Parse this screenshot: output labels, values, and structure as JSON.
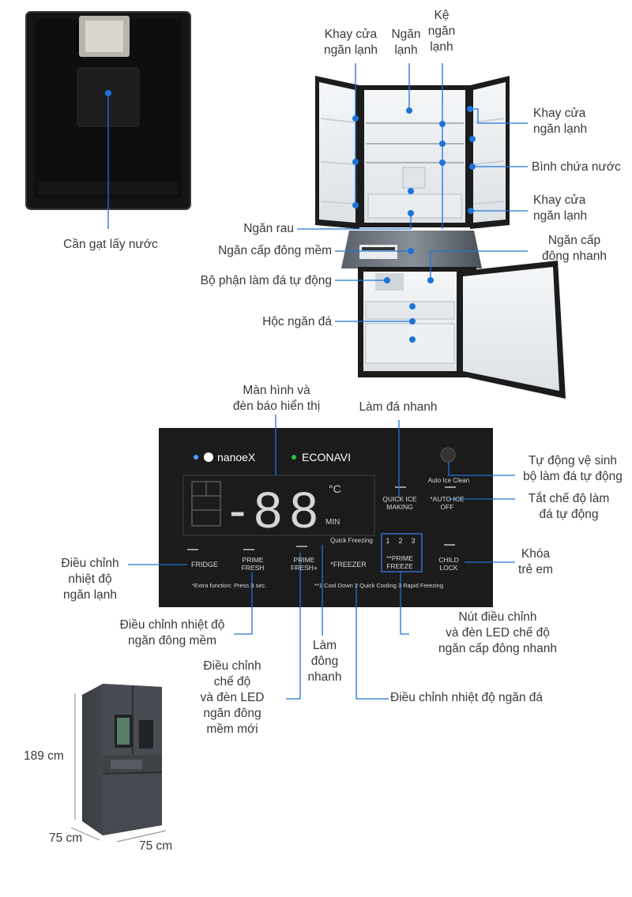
{
  "labels": {
    "dispenser_lever": "Cần gạt lấy nước",
    "door_tray_left": "Khay cửa\nngăn lạnh",
    "fridge_compartment": "Ngăn\nlạnh",
    "fridge_shelf": "Kệ\nngăn\nlạnh",
    "door_tray_right_top": "Khay cửa\nngăn lạnh",
    "water_tank": "Bình chứa nước",
    "door_tray_right_bottom": "Khay cửa\nngăn lạnh",
    "vegetable_drawer": "Ngăn rau",
    "soft_freeze_compartment": "Ngăn cấp đông mềm",
    "quick_freeze_compartment": "Ngăn cấp\nđông nhanh",
    "auto_ice_maker": "Bộ phận làm đá tự động",
    "ice_drawer": "Hộc ngăn đá",
    "display_indicator": "Màn hình và\nđèn báo hiển thị",
    "quick_ice": "Làm đá nhanh",
    "auto_ice_clean": "Tự động vệ sinh\nbộ làm đá tự động",
    "auto_ice_off": "Tắt chế độ làm\nđá tự động",
    "child_lock": "Khóa\ntrẻ em",
    "fridge_temp": "Điều chỉnh\nnhiệt độ\nngăn lạnh",
    "prime_fresh_temp": "Điều chỉnh nhiệt độ\nngăn đông mềm",
    "prime_freeze_led": "Nút điều chỉnh\nvà đèn LED chế độ\nngăn cấp đông nhanh",
    "quick_freezing": "Làm\nđông\nnhanh",
    "prime_fresh_plus": "Điều chỉnh\nchế độ\nvà đèn LED\nngăn đông\nmềm mới",
    "freezer_temp": "Điều chỉnh nhiệt độ ngăn đá"
  },
  "dimensions": {
    "height": "189 cm",
    "width": "75 cm",
    "depth": "75 cm"
  },
  "panel": {
    "nanoe": "nanoeX",
    "econavi": "ECONAVI",
    "digits": "-88",
    "unit_c": "°C",
    "unit_min": "MIN",
    "auto_ice_clean": "Auto Ice Clean",
    "quick_ice_making": "QUICK ICE\nMAKING",
    "auto_ice_off": "*AUTO ICE\nOFF",
    "quick_freezing": "Quick Freezing",
    "levels": [
      "1",
      "2",
      "3"
    ],
    "fridge": "FRIDGE",
    "prime_fresh": "PRIME\nFRESH",
    "prime_fresh_plus": "PRIME\nFRESH+",
    "freezer": "*FREEZER",
    "prime_freeze": "**PRIME\nFREEZE",
    "child_lock": "CHILD\nLOCK",
    "extra_function": "*Extra function: Press 3 sec.",
    "freeze_modes": "**1  Cool Down   2  Quick Cooling   3  Rapid Freezing"
  },
  "colors": {
    "accent": "#1e73d8",
    "panel_bg": "#1b1b1b",
    "fridge_body": "#2a2a2a"
  }
}
